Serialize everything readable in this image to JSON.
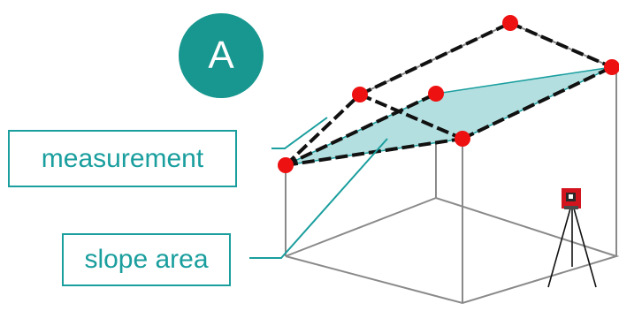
{
  "badge": {
    "text": "A"
  },
  "labels": {
    "measurement": "measurement",
    "slope_area": "slope area"
  },
  "colors": {
    "accent": "#1a9e9e",
    "badge_fill": "#17978f",
    "slope_fill": "#b3dfe0",
    "measure_point": "#ee1111",
    "box_edge": "#8a8a8a",
    "dash_line": "#111111"
  },
  "icons": {
    "instrument": "total-station-icon",
    "tripod": "tripod-icon"
  }
}
